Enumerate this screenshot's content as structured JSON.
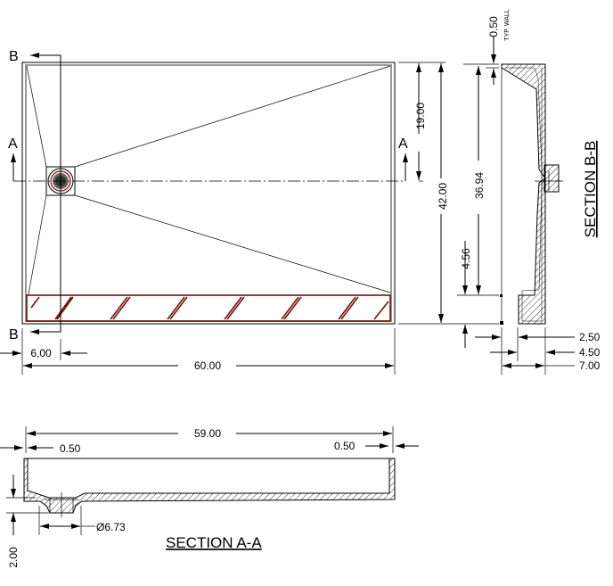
{
  "plan": {
    "section_a_label": "A",
    "section_b_label": "B",
    "dim_width": "60.00",
    "dim_depth": "42.00",
    "dim_drain_y": "19.00",
    "dim_drain_x": "6,00"
  },
  "section_bb": {
    "title": "SECTION B-B",
    "wall": "0.50",
    "wall_note": "TYP. WALL",
    "dim_36": "36.94",
    "dim_456": "4.56",
    "dim_250": "2,50",
    "dim_450": "4.50",
    "dim_700": "7.00"
  },
  "section_aa": {
    "title": "SECTION A-A",
    "dim_59": "59.00",
    "wall_left": "0.50",
    "wall_right": "0.50",
    "drain_dia": "Ø6.73",
    "height": "2.00"
  },
  "colors": {
    "strip": "#7a0f0f"
  }
}
